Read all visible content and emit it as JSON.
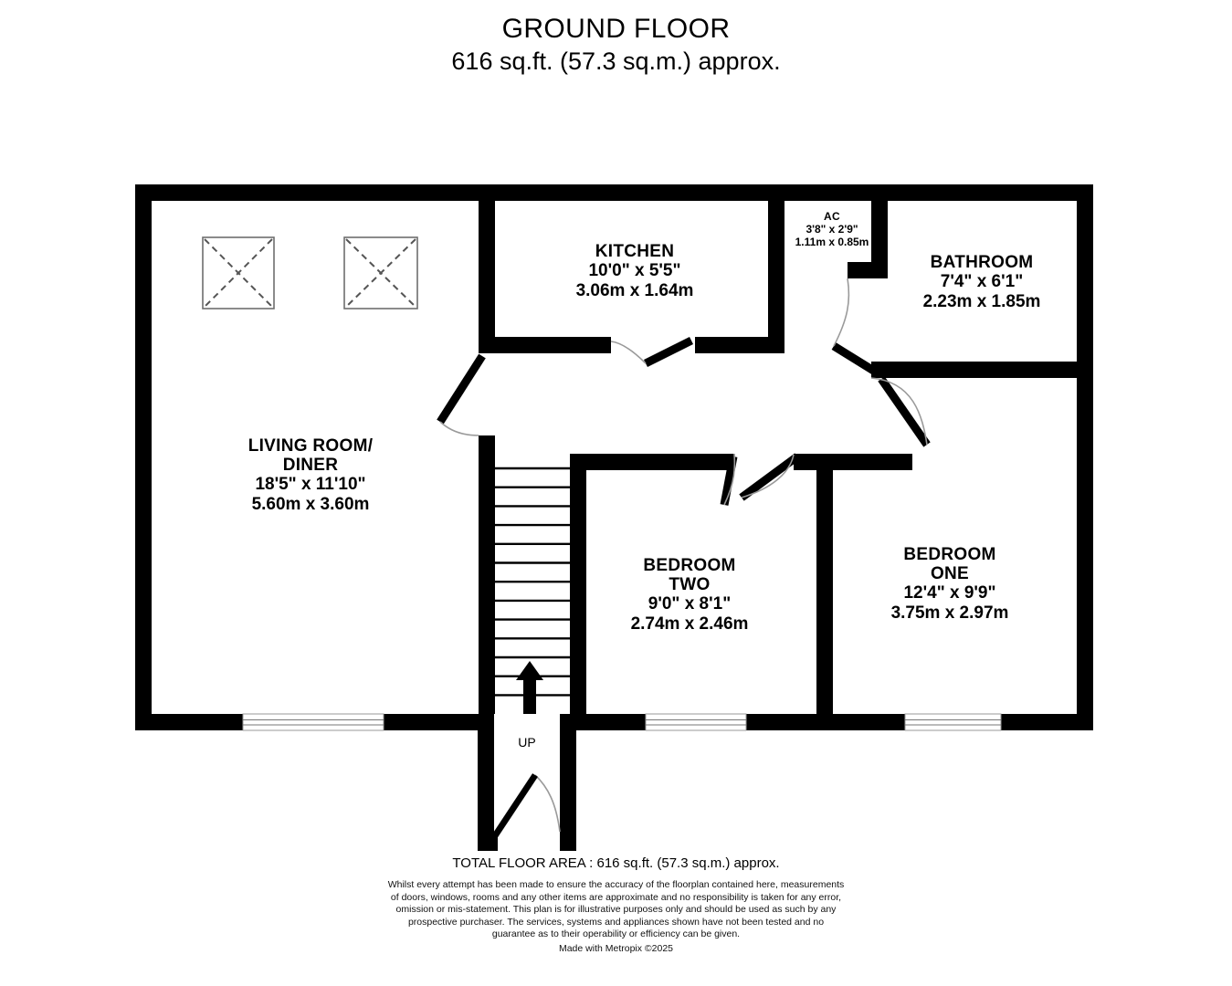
{
  "title": {
    "heading": "GROUND FLOOR",
    "area": "616 sq.ft. (57.3 sq.m.) approx."
  },
  "rooms": [
    {
      "id": "living-room-diner",
      "name_line1": "LIVING ROOM/",
      "name_line2": "DINER",
      "imperial": "18'5\"  x 11'10\"",
      "metric": "5.60m  x 3.60m"
    },
    {
      "id": "kitchen",
      "name_line1": "KITCHEN",
      "name_line2": "",
      "imperial": "10'0\"  x 5'5\"",
      "metric": "3.06m  x 1.64m"
    },
    {
      "id": "ac",
      "name_line1": "AC",
      "name_line2": "",
      "imperial": "3'8\"  x 2'9\"",
      "metric": "1.11m  x 0.85m"
    },
    {
      "id": "bathroom",
      "name_line1": "BATHROOM",
      "name_line2": "",
      "imperial": "7'4\"  x 6'1\"",
      "metric": "2.23m  x 1.85m"
    },
    {
      "id": "bedroom-two",
      "name_line1": "BEDROOM",
      "name_line2": "TWO",
      "imperial": "9'0\"  x 8'1\"",
      "metric": "2.74m  x 2.46m"
    },
    {
      "id": "bedroom-one",
      "name_line1": "BEDROOM",
      "name_line2": "ONE",
      "imperial": "12'4\"  x 9'9\"",
      "metric": "3.75m  x 2.97m"
    }
  ],
  "stairs": {
    "direction_label": "UP",
    "tread_count": 13
  },
  "footer": {
    "total_area": "TOTAL FLOOR AREA : 616 sq.ft. (57.3 sq.m.) approx.",
    "disclaimer": "Whilst every attempt has been made to ensure the accuracy of the floorplan contained here, measurements of doors, windows, rooms and any other items are approximate and no responsibility is taken for any error, omission or mis-statement. This plan is for illustrative purposes only and should be used as such by any prospective purchaser. The services, systems and appliances shown have not been tested and no guarantee as to their operability or efficiency can be given.",
    "made_with": "Made with Metropix ©2025"
  },
  "colors": {
    "wall": "#000000",
    "background": "#ffffff",
    "window_frame": "#8a8a8a",
    "symbol_outline": "#6e6e6e",
    "text": "#000000"
  }
}
